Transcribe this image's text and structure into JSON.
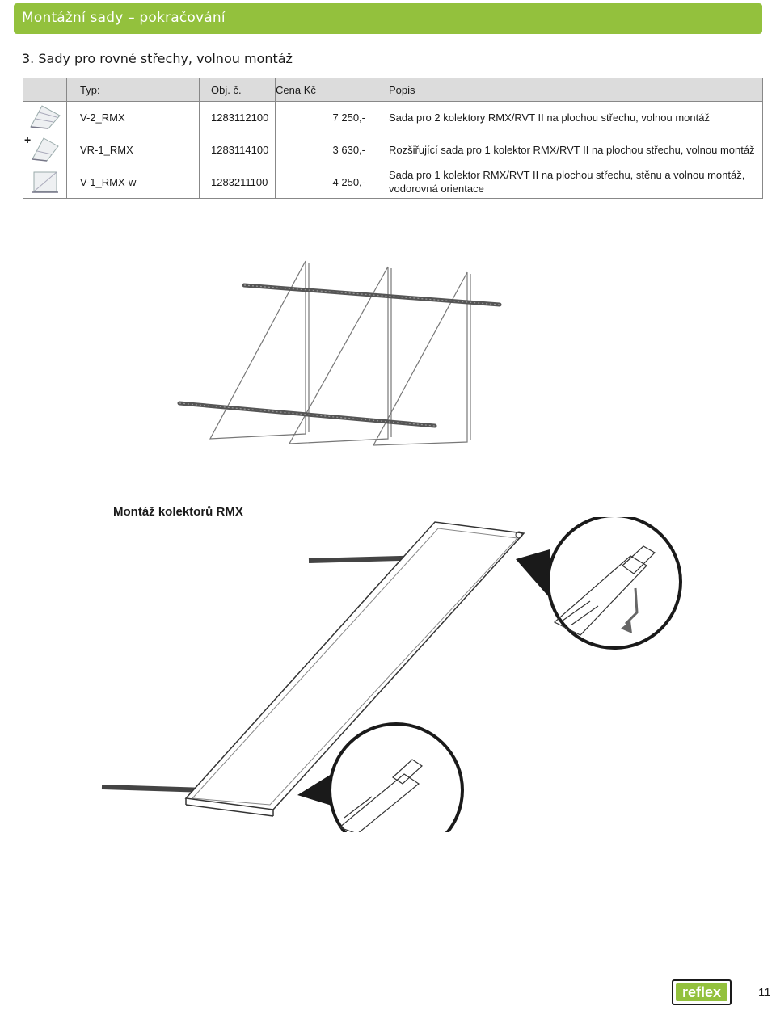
{
  "header": {
    "title": "Montážní sady – pokračování"
  },
  "section": {
    "title": "3. Sady pro rovné střechy, volnou montáž"
  },
  "table": {
    "headers": {
      "typ": "Typ:",
      "obj": "Obj. č.",
      "cena": "Cena Kč",
      "popis": "Popis"
    },
    "rows": [
      {
        "typ": "V-2_RMX",
        "obj": "1283112100",
        "cena": "7 250,-",
        "popis": "Sada pro 2 kolektory RMX/RVT II na plochou střechu, volnou montáž"
      },
      {
        "typ": "VR-1_RMX",
        "obj": "1283114100",
        "cena": "3 630,-",
        "popis": "Rozšiřující sada pro 1 kolektor RMX/RVT II na plochou střechu, volnou montáž"
      },
      {
        "typ": "V-1_RMX-w",
        "obj": "1283211100",
        "cena": "4 250,-",
        "popis": "Sada pro 1 kolektor RMX/RVT II na plochou střechu, stěnu a volnou montáž, vodorovná orientace"
      }
    ],
    "plus": "+"
  },
  "caption": "Montáž kolektorů RMX",
  "footer": {
    "logo": "reflex",
    "page": "11"
  },
  "colors": {
    "accent": "#93c13d",
    "table_header": "#dcdcdc"
  }
}
